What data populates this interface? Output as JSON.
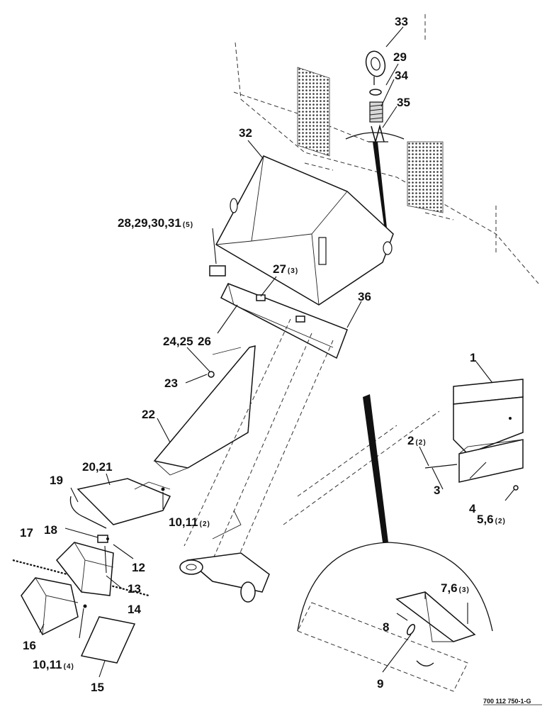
{
  "callouts": [
    {
      "id": "c33",
      "num": "33",
      "qty": ""
    },
    {
      "id": "c29",
      "num": "29",
      "qty": ""
    },
    {
      "id": "c34",
      "num": "34",
      "qty": ""
    },
    {
      "id": "c35",
      "num": "35",
      "qty": ""
    },
    {
      "id": "c32",
      "num": "32",
      "qty": ""
    },
    {
      "id": "c28",
      "num": "28,29,30,31",
      "qty": "(5)"
    },
    {
      "id": "c27",
      "num": "27",
      "qty": "(3)"
    },
    {
      "id": "c36",
      "num": "36",
      "qty": ""
    },
    {
      "id": "c26",
      "num": "26",
      "qty": ""
    },
    {
      "id": "c24",
      "num": "24,25",
      "qty": ""
    },
    {
      "id": "c23",
      "num": "23",
      "qty": ""
    },
    {
      "id": "c22",
      "num": "22",
      "qty": ""
    },
    {
      "id": "c1",
      "num": "1",
      "qty": ""
    },
    {
      "id": "c2",
      "num": "2",
      "qty": "(2)"
    },
    {
      "id": "c3",
      "num": "3",
      "qty": ""
    },
    {
      "id": "c4",
      "num": "4",
      "qty": ""
    },
    {
      "id": "c5",
      "num": "5,6",
      "qty": "(2)"
    },
    {
      "id": "c20",
      "num": "20,21",
      "qty": ""
    },
    {
      "id": "c19",
      "num": "19",
      "qty": ""
    },
    {
      "id": "c10a",
      "num": "10,11",
      "qty": "(2)"
    },
    {
      "id": "c18",
      "num": "18",
      "qty": ""
    },
    {
      "id": "c12",
      "num": "12",
      "qty": ""
    },
    {
      "id": "c17",
      "num": "17",
      "qty": ""
    },
    {
      "id": "c13",
      "num": "13",
      "qty": ""
    },
    {
      "id": "c14",
      "num": "14",
      "qty": ""
    },
    {
      "id": "c16",
      "num": "16",
      "qty": ""
    },
    {
      "id": "c10b",
      "num": "10,11",
      "qty": "(4)"
    },
    {
      "id": "c15",
      "num": "15",
      "qty": ""
    },
    {
      "id": "c7",
      "num": "7,6",
      "qty": "(3)"
    },
    {
      "id": "c8",
      "num": "8",
      "qty": ""
    },
    {
      "id": "c9",
      "num": "9",
      "qty": ""
    }
  ],
  "figure_code": "700 112 750-1-G"
}
